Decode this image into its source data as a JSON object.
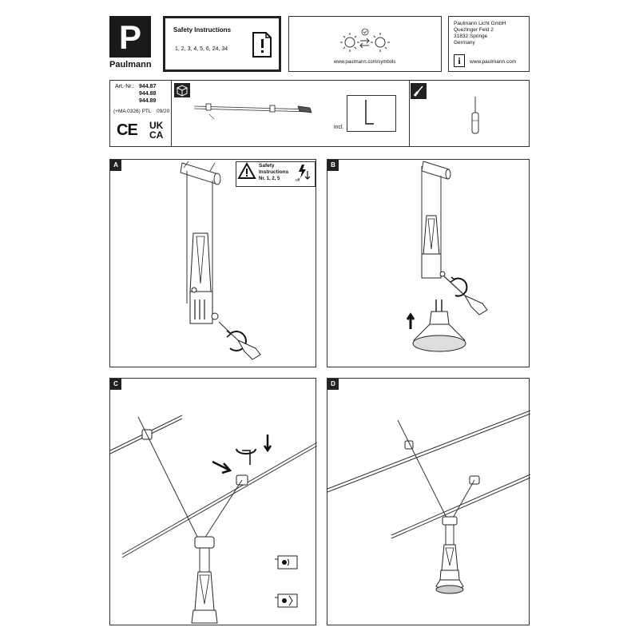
{
  "header": {
    "logo_letter": "P",
    "brand": "Paulmann",
    "safety_title": "Safety Instructions",
    "safety_numbers": "1, 2, 3, 4, 5, 6, 24, 34",
    "symbols_url": "www.paulmann.com/symbols",
    "company": [
      "Paulmann Licht GmbH",
      "Quezinger Feld 2",
      "31832 Springe",
      "Germany"
    ],
    "info_glyph": "i",
    "company_url": "www.paulmann.com"
  },
  "product": {
    "art_label": "Art.-Nr.:",
    "art_numbers": [
      "944.87",
      "944.88",
      "944.89"
    ],
    "ma_code": "(+MA 0326) PTL",
    "date": "09/20",
    "marks": [
      "CE",
      "UK",
      "CA"
    ],
    "incl_label": "incl."
  },
  "panels": {
    "a": {
      "letter": "A",
      "safety_title": "Safety",
      "safety_sub": "Instructions",
      "safety_nr": "Nr. 1, 2, 5",
      "off_label": "off"
    },
    "b": {
      "letter": "B"
    },
    "c": {
      "letter": "C"
    },
    "d": {
      "letter": "D"
    }
  }
}
